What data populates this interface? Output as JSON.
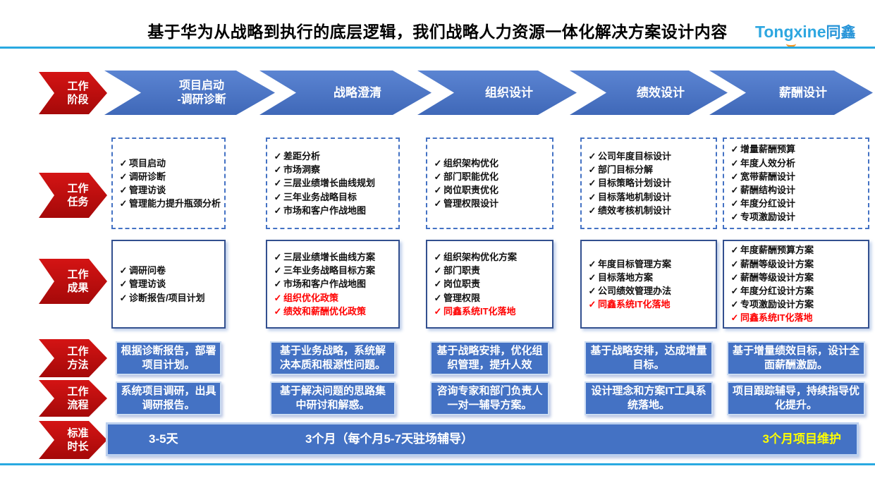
{
  "header": {
    "title": "基于华为从战略到执行的底层逻辑，我们战略人力资源一体化解决方案设计内容",
    "logo_en": "Tongxine",
    "logo_cn": "同鑫"
  },
  "row_labels": {
    "phase": {
      "line1": "工作",
      "line2": "阶段"
    },
    "tasks": {
      "line1": "工作",
      "line2": "任务"
    },
    "outputs": {
      "line1": "工作",
      "line2": "成果"
    },
    "method": {
      "line1": "工作",
      "line2": "方法"
    },
    "process": {
      "line1": "工作",
      "line2": "流程"
    },
    "duration": {
      "line1": "标准",
      "line2": "时长"
    }
  },
  "phases": [
    {
      "name_line1": "项目启动",
      "name_line2": "-调研诊断",
      "tasks": [
        "项目启动",
        "调研诊断",
        "管理访谈",
        "管理能力提升瓶颈分析"
      ],
      "outputs": [
        {
          "text": "调研问卷",
          "red": false
        },
        {
          "text": "管理访谈",
          "red": false
        },
        {
          "text": "诊断报告/项目计划",
          "red": false
        }
      ],
      "method": "根据诊断报告，部署项目计划。",
      "process": "系统项目调研，出具调研报告。"
    },
    {
      "name_line1": "战略澄清",
      "name_line2": "",
      "tasks": [
        "差距分析",
        "市场洞察",
        "三层业绩增长曲线规划",
        "三年业务战略目标",
        "市场和客户作战地图"
      ],
      "outputs": [
        {
          "text": "三层业绩增长曲线方案",
          "red": false
        },
        {
          "text": "三年业务战略目标方案",
          "red": false
        },
        {
          "text": "市场和客户作战地图",
          "red": false
        },
        {
          "text": "组织优化政策",
          "red": true
        },
        {
          "text": "绩效和薪酬优化政策",
          "red": true
        }
      ],
      "method": "基于业务战略，系统解决本质和根源性问题。",
      "process": "基于解决问题的思路集中研讨和解惑。"
    },
    {
      "name_line1": "组织设计",
      "name_line2": "",
      "tasks": [
        "组织架构优化",
        "部门职能优化",
        "岗位职责优化",
        "管理权限设计"
      ],
      "outputs": [
        {
          "text": "组织架构优化方案",
          "red": false
        },
        {
          "text": "部门职责",
          "red": false
        },
        {
          "text": "岗位职责",
          "red": false
        },
        {
          "text": "管理权限",
          "red": false
        },
        {
          "text": "同鑫系统IT化落地",
          "red": true
        }
      ],
      "method": "基于战略安排，优化组织管理，提升人效",
      "process": "咨询专家和部门负责人一对一辅导方案。"
    },
    {
      "name_line1": "绩效设计",
      "name_line2": "",
      "tasks": [
        "公司年度目标设计",
        "部门目标分解",
        "目标策略计划设计",
        "目标落地机制设计",
        "绩效考核机制设计"
      ],
      "outputs": [
        {
          "text": "年度目标管理方案",
          "red": false
        },
        {
          "text": "目标落地方案",
          "red": false
        },
        {
          "text": "公司绩效管理办法",
          "red": false
        },
        {
          "text": "同鑫系统IT化落地",
          "red": true
        }
      ],
      "method": "基于战略安排，达成增量目标。",
      "process": "设计理念和方案IT工具系统落地。"
    },
    {
      "name_line1": "薪酬设计",
      "name_line2": "",
      "tasks": [
        "增量薪酬预算",
        "年度人效分析",
        "宽带薪酬设计",
        "薪酬结构设计",
        "年度分红设计",
        "专项激励设计"
      ],
      "outputs": [
        {
          "text": "年度薪酬预算方案",
          "red": false
        },
        {
          "text": "薪酬等级设计方案",
          "red": false
        },
        {
          "text": "薪酬等级设计方案",
          "red": false
        },
        {
          "text": "年度分红设计方案",
          "red": false
        },
        {
          "text": "专项激励设计方案",
          "red": false
        },
        {
          "text": "同鑫系统IT化落地",
          "red": true
        }
      ],
      "method": "基于增量绩效目标，设计全面薪酬激励。",
      "process": "项目跟踪辅导，持续指导优化提升。"
    }
  ],
  "duration_bar": {
    "seg1": "3-5天",
    "seg2": "3个月（每个月5-7天驻场辅导）",
    "seg3": "3个月项目维护"
  },
  "colors": {
    "accent_red": "#C00000",
    "accent_blue": "#4472C4",
    "line_blue": "#29A9E1",
    "highlight_red": "#FF0000",
    "highlight_yellow": "#FFFF00",
    "logo_blue": "#2EA7E0",
    "logo_orange": "#F7941D"
  }
}
